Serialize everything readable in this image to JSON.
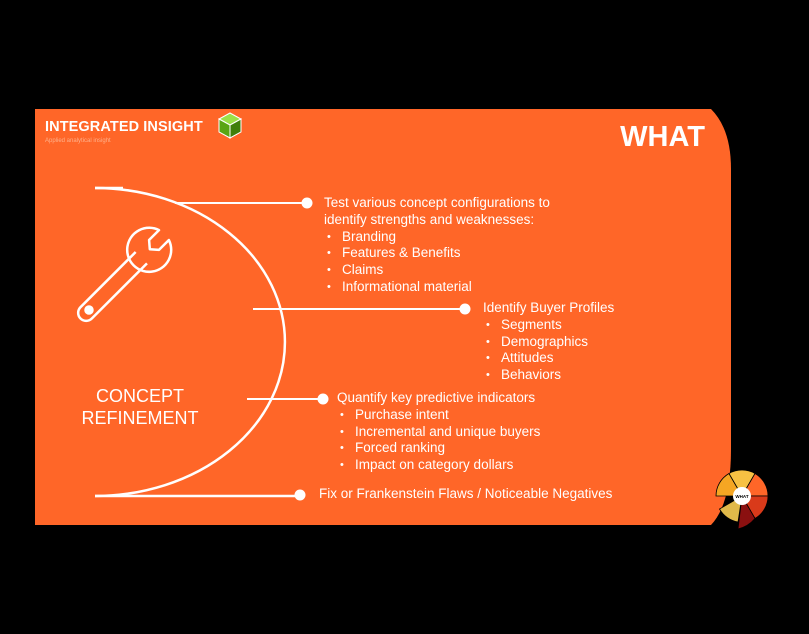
{
  "brand": {
    "name": "INTEGRATED INSIGHT",
    "tagline": "Applied analytical insight"
  },
  "title": "WHAT",
  "concept": {
    "line1": "CONCEPT",
    "line2": "REFINEMENT",
    "icon": "wrench-icon"
  },
  "points": [
    {
      "text_line1": "Test various concept configurations to",
      "text_line2": "identify strengths and weaknesses:",
      "bullets": [
        "Branding",
        "Features & Benefits",
        "Claims",
        "Informational material"
      ]
    },
    {
      "text_line1": "Identify Buyer Profiles",
      "bullets": [
        "Segments",
        "Demographics",
        "Attitudes",
        "Behaviors"
      ]
    },
    {
      "text_line1": "Quantify key predictive indicators",
      "bullets": [
        "Purchase intent",
        "Incremental and unique buyers",
        "Forced ranking",
        "Impact on category dollars"
      ]
    },
    {
      "text_line1": "Fix or Frankenstein Flaws / Noticeable Negatives",
      "bullets": []
    }
  ],
  "wheel": {
    "center_label": "WHAT"
  },
  "colors": {
    "slide_bg": "#ff6628",
    "background": "#000000",
    "cube_green": "#6abf1c"
  }
}
